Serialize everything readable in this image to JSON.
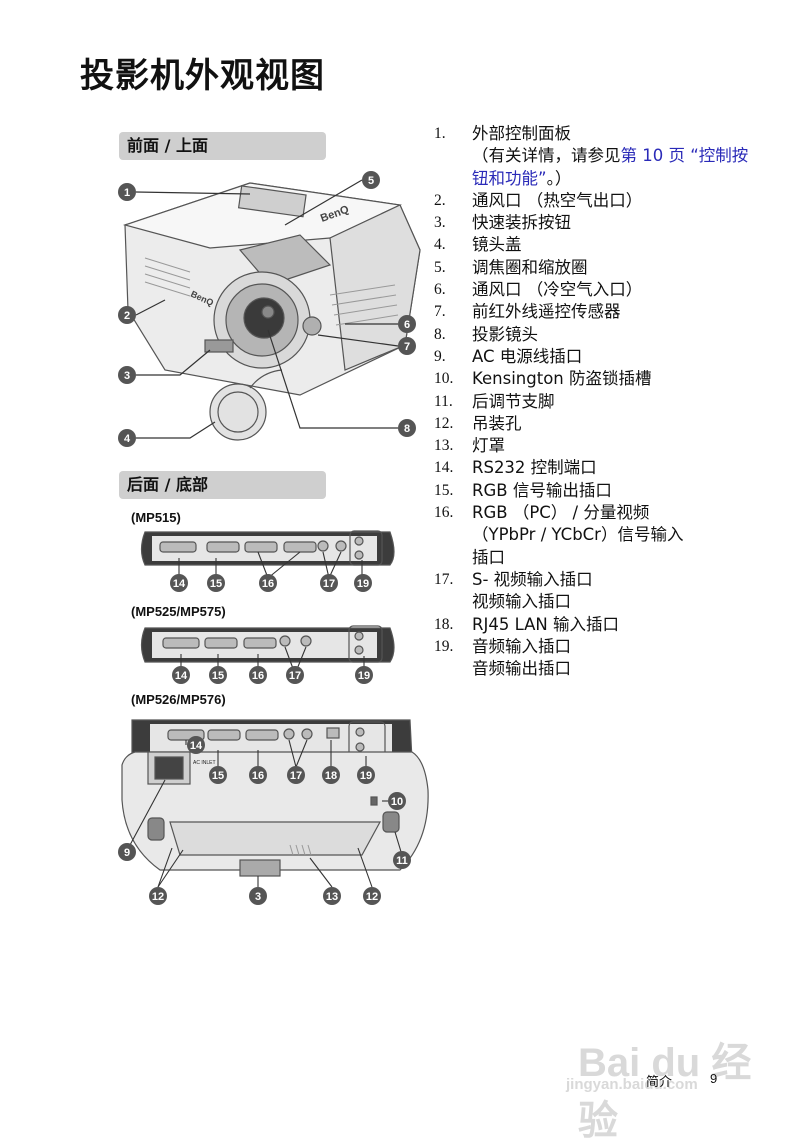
{
  "page_title": "投影机外观视图",
  "sections": {
    "front_top": "前面 / 上面",
    "rear_bottom": "后面 / 底部"
  },
  "models": {
    "m1": "(MP515)",
    "m2": "(MP525/MP575)",
    "m3": "(MP526/MP576)"
  },
  "brand": "BenQ",
  "items": [
    {
      "num": "1.",
      "text": "外部控制面板"
    },
    {
      "num": "",
      "text": "（有关详情，请参见",
      "link": "第 10 页 “控制按钮和功能”",
      "tail": "。）"
    },
    {
      "num": "2.",
      "text": "通风口 （热空气出口）"
    },
    {
      "num": "3.",
      "text": "快速装拆按钮"
    },
    {
      "num": "4.",
      "text": "镜头盖"
    },
    {
      "num": "5.",
      "text": "调焦圈和缩放圈"
    },
    {
      "num": "6.",
      "text": "通风口 （冷空气入口）"
    },
    {
      "num": "7.",
      "text": "前红外线遥控传感器"
    },
    {
      "num": "8.",
      "text": "投影镜头"
    },
    {
      "num": "9.",
      "text": "AC 电源线插口"
    },
    {
      "num": "10.",
      "text": "Kensington 防盗锁插槽"
    },
    {
      "num": "11.",
      "text": "后调节支脚"
    },
    {
      "num": "12.",
      "text": "吊装孔"
    },
    {
      "num": "13.",
      "text": "灯罩"
    },
    {
      "num": "14.",
      "text": "RS232 控制端口"
    },
    {
      "num": "15.",
      "text": "RGB 信号输出插口"
    },
    {
      "num": "16.",
      "text": "RGB （PC） / 分量视频"
    },
    {
      "num": "",
      "text": "（YPbPr / YCbCr）信号输入"
    },
    {
      "num": "",
      "text": "插口"
    },
    {
      "num": "17.",
      "text": "S- 视频输入插口"
    },
    {
      "num": "",
      "text": "视频输入插口"
    },
    {
      "num": "18.",
      "text": "RJ45 LAN 输入插口"
    },
    {
      "num": "19.",
      "text": "音频输入插口"
    },
    {
      "num": "",
      "text": "音频输出插口"
    }
  ],
  "callouts": {
    "c1": "1",
    "c2": "2",
    "c3": "3",
    "c4": "4",
    "c5": "5",
    "c6": "6",
    "c7": "7",
    "c8": "8",
    "c9": "9",
    "c10": "10",
    "c11": "11",
    "c12": "12",
    "c13": "13",
    "c14": "14",
    "c15": "15",
    "c16": "16",
    "c17": "17",
    "c18": "18",
    "c19": "19"
  },
  "footer": {
    "section": "简介",
    "page": "9"
  },
  "watermark": {
    "logo": "Bai du 经验",
    "site": "jingyan.baidu.com"
  }
}
